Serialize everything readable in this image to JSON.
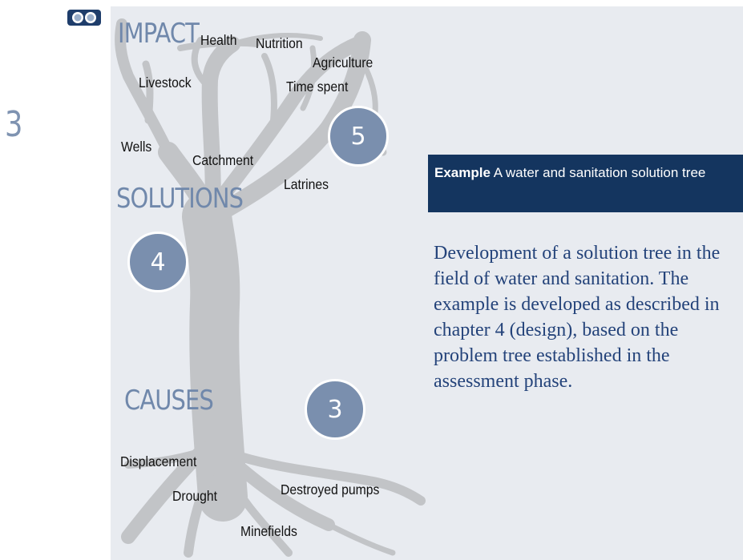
{
  "page_number": "3",
  "icons": {
    "corner": "binoculars-icon"
  },
  "diagram": {
    "headings": {
      "impact": "IMPACT",
      "solutions": "SOLUTIONS",
      "causes": "CAUSES"
    },
    "labels": {
      "health": "Health",
      "nutrition": "Nutrition",
      "agriculture": "Agriculture",
      "livestock": "Livestock",
      "time_spent": "Time spent",
      "wells": "Wells",
      "catchment": "Catchment",
      "latrines": "Latrines",
      "displacement": "Displacement",
      "drought": "Drought",
      "destroyed_pumps": "Destroyed pumps",
      "minefields": "Minefields"
    },
    "badges": {
      "impact": "5",
      "solutions": "4",
      "causes": "3"
    }
  },
  "example": {
    "label": "Example",
    "title": "A water and sanitation solution tree"
  },
  "description": "Development of a solution tree in the field of water and sanitation. The example is developed as described in chapter 4 (design), based on the problem tree established in the assessment phase.",
  "colors": {
    "panel": "#e8ebf0",
    "tree": "#c2c4c7",
    "badge": "#7a8fae",
    "heading": "#7088ab",
    "example_box": "#14355f",
    "body_text": "#24437a"
  }
}
